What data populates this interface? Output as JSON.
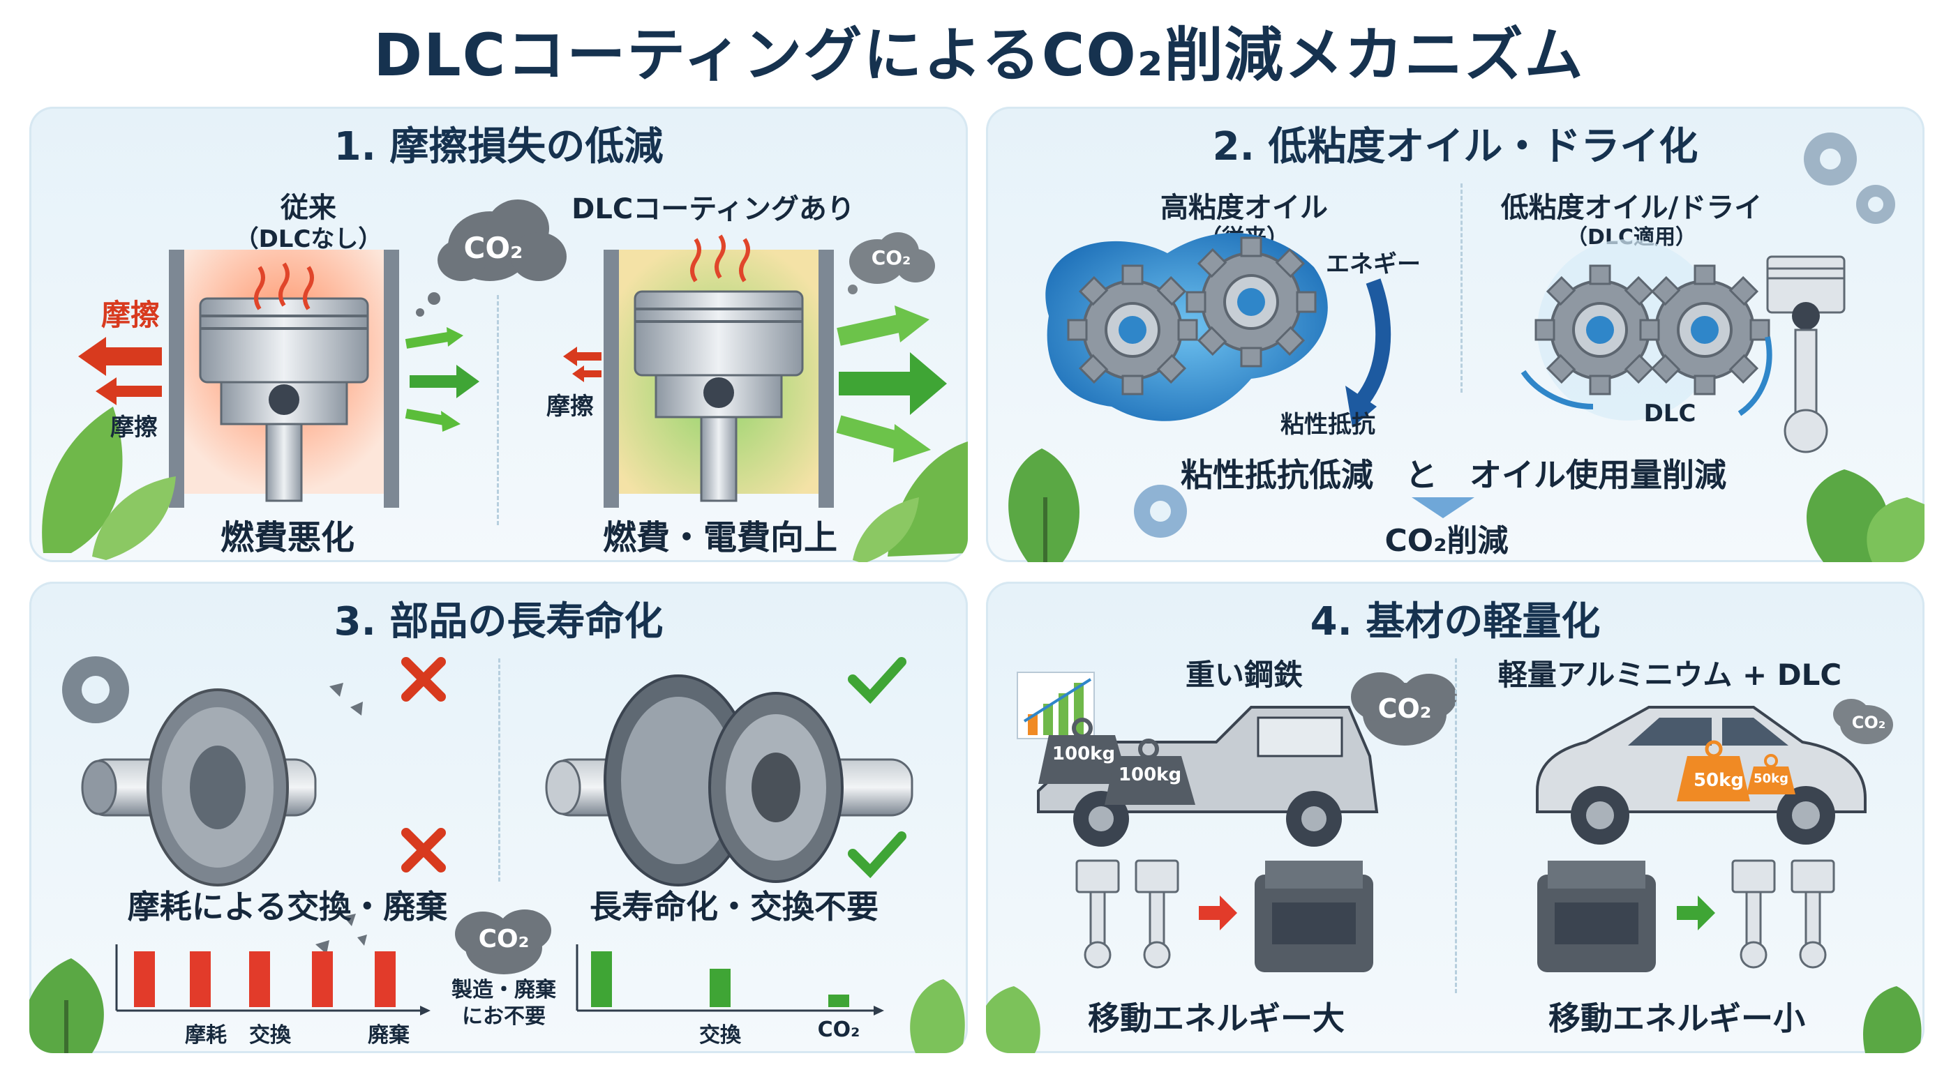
{
  "title": "DLCコーティングによるCO₂削減メカニズム",
  "panel1": {
    "title": "1. 摩擦損失の低減",
    "left_title": "従来",
    "left_subtitle": "（DLCなし）",
    "friction_big": "摩擦",
    "friction_small": "摩擦",
    "left_caption": "燃費悪化",
    "right_title": "DLCコーティングあり",
    "right_friction": "摩擦",
    "right_caption": "燃費・電費向上",
    "co2_big": "CO₂",
    "co2_small": "CO₂"
  },
  "panel2": {
    "title": "2. 低粘度オイル・ドライ化",
    "left_title": "高粘度オイル",
    "left_subtitle": "（従来）",
    "energy": "エネギー",
    "viscous": "粘性抵抗",
    "right_title": "低粘度オイル/ドライ",
    "right_subtitle": "（DLC適用）",
    "dlc": "DLC",
    "result_line": "粘性抵抗低減　と　オイル使用量削減",
    "result": "CO₂削減"
  },
  "panel3": {
    "title": "3. 部品の長寿命化",
    "left_caption": "摩耗による交換・廃棄",
    "right_caption": "長寿命化・交換不要",
    "co2": "CO₂",
    "co2_note": "製造・廃棄\nにお不要",
    "left_axis": [
      "摩耗",
      "交換",
      "廃棄"
    ],
    "right_axis": [
      "交換",
      "CO₂"
    ]
  },
  "panel4": {
    "title": "4. 基材の軽量化",
    "left_title": "重い鋼鉄",
    "right_title": "軽量アルミニウム + DLC",
    "weight1": "100kg",
    "weight2": "100kg",
    "weight3": "50kg",
    "weight4": "50kg",
    "co2_left": "CO₂",
    "co2_right": "CO₂",
    "left_caption": "移動エネルギー大",
    "right_caption": "移動エネルギー小"
  },
  "colors": {
    "red": "#d83a1e",
    "green": "#3fa535",
    "blue": "#1d6fb8",
    "navy": "#16324f",
    "orange": "#f08a24"
  }
}
